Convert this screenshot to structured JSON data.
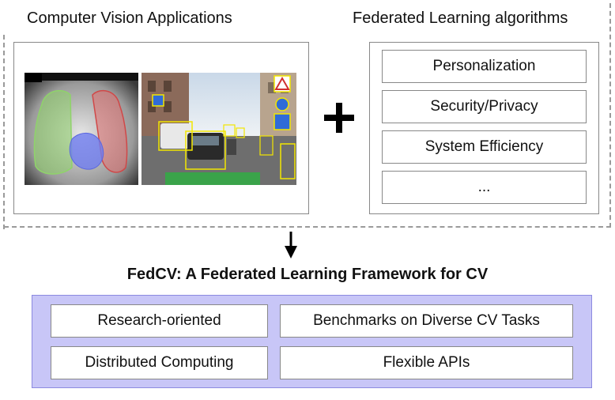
{
  "top": {
    "cv_title": "Computer Vision Applications",
    "fl_title": "Federated Learning algorithms",
    "fl_items": [
      "Personalization",
      "Security/Privacy",
      "System Efficiency",
      "..."
    ]
  },
  "framework": {
    "title": "FedCV: A Federated Learning Framework for CV",
    "features": [
      "Research-oriented",
      "Benchmarks on Diverse CV Tasks",
      "Distributed Computing",
      "Flexible APIs"
    ]
  },
  "colors": {
    "framework_fill": "#c8c6f7",
    "lung_left": "#8fd36a",
    "lung_right": "#e07070",
    "heart": "#6f7df0",
    "detection_box": "#f2e600"
  },
  "icons": {
    "plus": "plus-icon",
    "arrow": "arrow-down-icon"
  }
}
